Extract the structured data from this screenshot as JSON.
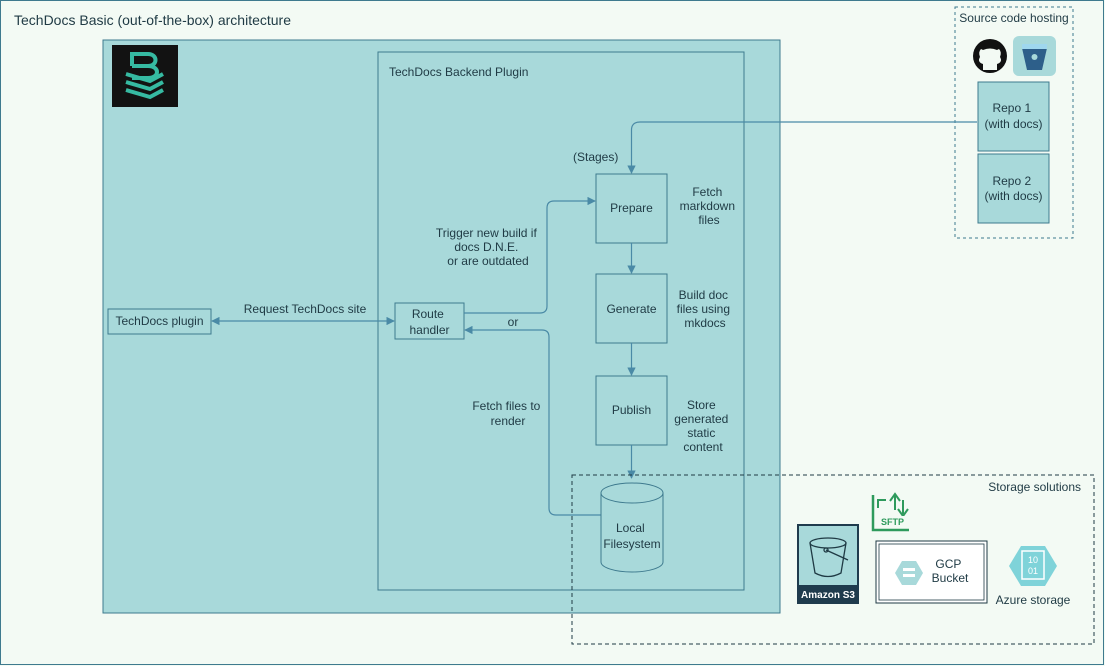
{
  "title": "TechDocs Basic (out-of-the-box) architecture",
  "backend": {
    "label": "TechDocs Backend Plugin",
    "stages_label": "(Stages)"
  },
  "stages": [
    {
      "name": "Prepare",
      "desc": [
        "Fetch",
        "markdown",
        "files"
      ]
    },
    {
      "name": "Generate",
      "desc": [
        "Build doc",
        "files using",
        "mkdocs"
      ]
    },
    {
      "name": "Publish",
      "desc": [
        "Store",
        "generated",
        "static",
        "content"
      ]
    }
  ],
  "techdocs_plugin": "TechDocs plugin",
  "route_handler": [
    "Route",
    "handler"
  ],
  "request_label": "Request TechDocs site",
  "trigger_label": [
    "Trigger new build if",
    "docs D.N.E.",
    "or are outdated"
  ],
  "or_label": "or",
  "fetch_label": [
    "Fetch files to",
    "render"
  ],
  "local_fs": [
    "Local",
    "Filesystem"
  ],
  "source": {
    "title": "Source code hosting",
    "repos": [
      [
        "Repo 1",
        "(with docs)"
      ],
      [
        "Repo 2",
        "(with docs)"
      ]
    ]
  },
  "storage": {
    "title": "Storage solutions",
    "s3": "Amazon S3",
    "sftp": "SFTP",
    "gcp": [
      "GCP",
      "Bucket"
    ],
    "azure": "Azure storage",
    "azure_glyph": [
      "10",
      "01"
    ]
  },
  "colors": {
    "page_bg": "#f3faf4",
    "panel": "#a8d9da",
    "stroke": "#3e7a8e",
    "arrow": "#4a8aa6",
    "text": "#1f3a44",
    "s3_bg": "#1f3b4d",
    "azure": "#7fd3d9",
    "sftp": "#2e9a5c"
  }
}
